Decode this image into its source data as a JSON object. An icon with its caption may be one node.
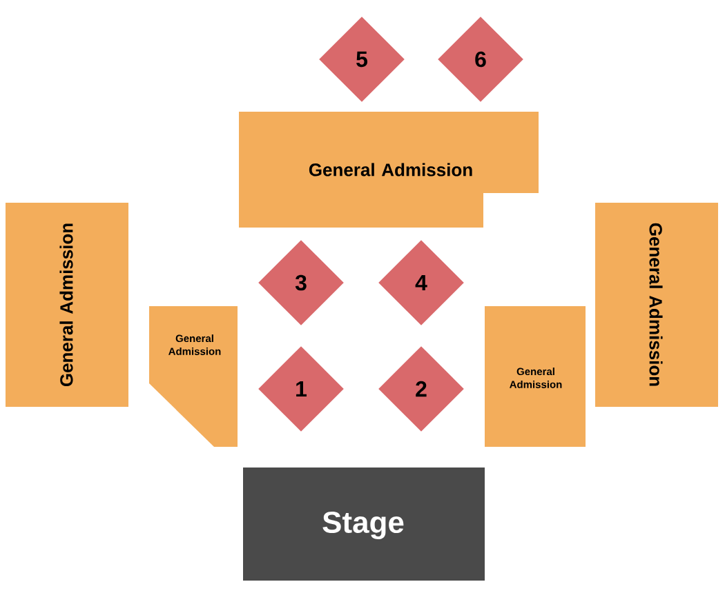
{
  "diagram": {
    "nodes": [
      {
        "text": [
          "5"
        ]
      },
      {
        "text": [
          "6"
        ]
      },
      {
        "text": [
          "General Admission"
        ]
      },
      {
        "text": [
          "General Admission"
        ]
      },
      {
        "text": [
          "3"
        ]
      },
      {
        "text": [
          "4"
        ]
      },
      {
        "text": [
          "General Admission"
        ]
      },
      {
        "text": [
          "General Admission"
        ]
      },
      {
        "text": [
          "General Admission"
        ]
      },
      {
        "text": [
          "1"
        ]
      },
      {
        "text": [
          "2"
        ]
      },
      {
        "text": [
          "Stage"
        ]
      }
    ]
  }
}
